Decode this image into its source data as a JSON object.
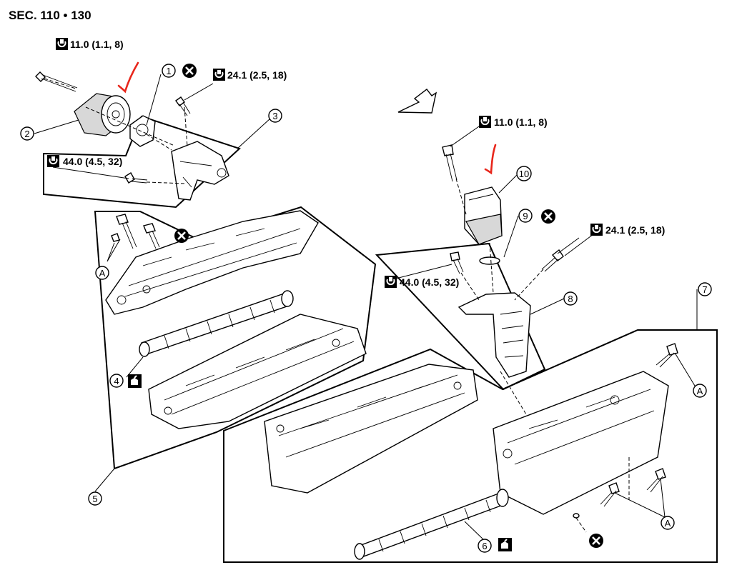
{
  "title": "SEC. 110 • 130",
  "torque": {
    "t1": "11.0 (1.1, 8)",
    "t2": "24.1 (2.5, 18)",
    "t3": "44.0 (4.5, 32)",
    "t4": "11.0 (1.1, 8)",
    "t5": "24.1 (2.5, 18)",
    "t6": "44.0 (4.5, 32)"
  },
  "callouts": {
    "c1": "1",
    "c2": "2",
    "c3": "3",
    "c4": "4",
    "c5": "5",
    "c6": "6",
    "c7": "7",
    "c8": "8",
    "c9": "9",
    "c10": "10",
    "a1": "A",
    "a2": "A",
    "a3": "A"
  },
  "icons": {
    "torque": "torque-wrench-icon",
    "noreuse": "do-not-reuse-icon",
    "oil": "apply-oil-icon",
    "direction": "front-direction-arrow-icon"
  },
  "colors": {
    "annotation": "#e8261b",
    "line": "#000000"
  }
}
